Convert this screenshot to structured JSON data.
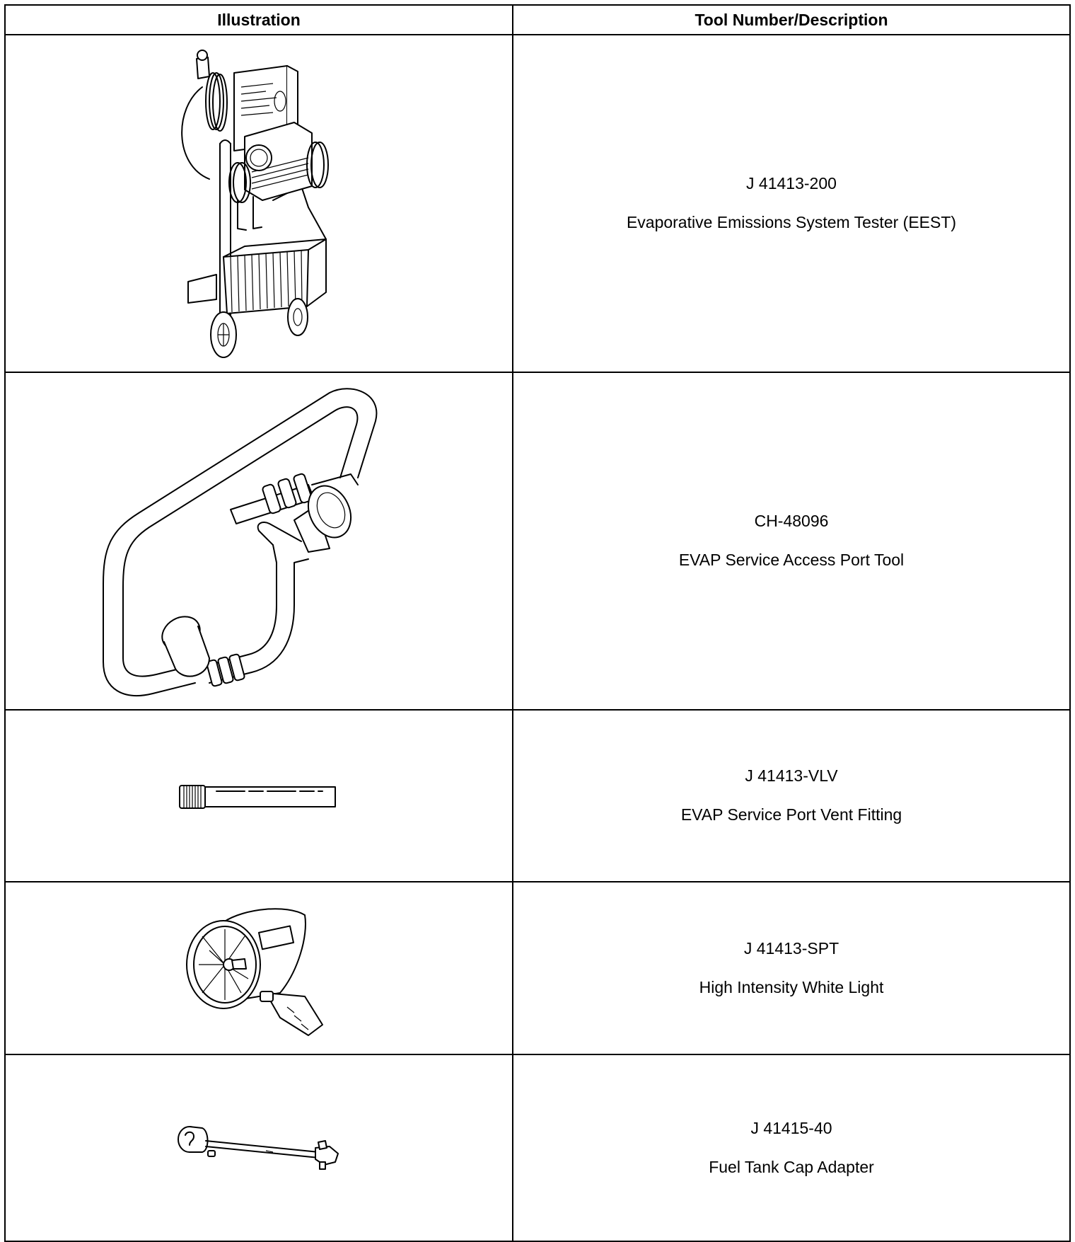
{
  "table": {
    "headers": {
      "illustration": "Illustration",
      "tool": "Tool Number/Description"
    },
    "rows": [
      {
        "tool_number": "J 41413-200",
        "description": "Evaporative Emissions System Tester (EEST)",
        "illustration": "evap-tester-cart-illustration"
      },
      {
        "tool_number": "CH-48096",
        "description": "EVAP Service Access Port Tool",
        "illustration": "service-access-port-hose-illustration"
      },
      {
        "tool_number": "J 41413-VLV",
        "description": "EVAP Service Port Vent Fitting",
        "illustration": "vent-fitting-illustration"
      },
      {
        "tool_number": "J 41413-SPT",
        "description": "High Intensity White Light",
        "illustration": "spotlight-illustration"
      },
      {
        "tool_number": "J 41415-40",
        "description": "Fuel Tank Cap Adapter",
        "illustration": "cap-adapter-illustration"
      }
    ]
  }
}
